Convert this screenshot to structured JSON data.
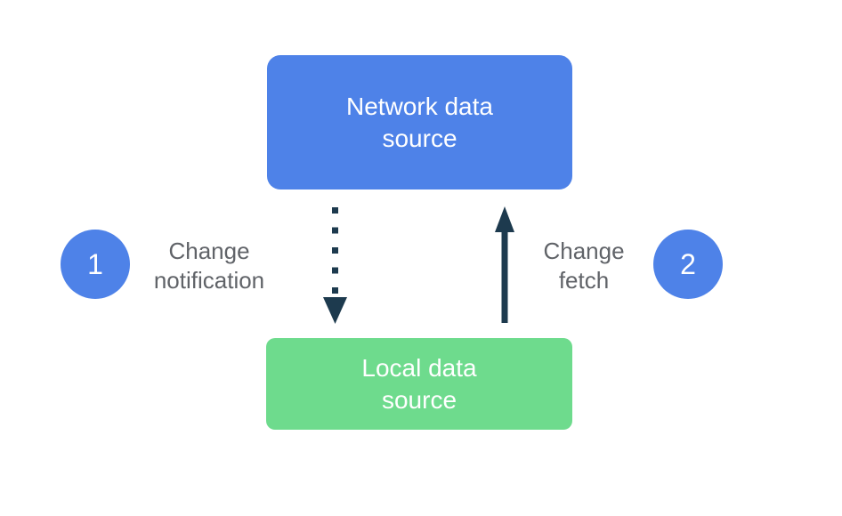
{
  "nodes": {
    "network": {
      "label": "Network data source",
      "lines": [
        "Network data",
        "source"
      ],
      "color": "#4e82e8",
      "text_color": "#ffffff"
    },
    "local": {
      "label": "Local data source",
      "lines": [
        "Local data",
        "source"
      ],
      "color": "#6edb8d",
      "text_color": "#ffffff"
    }
  },
  "steps": [
    {
      "number": "1",
      "label": "Change notification",
      "label_lines": [
        "Change",
        "notification"
      ],
      "arrow_style": "dotted",
      "arrow_direction": "down"
    },
    {
      "number": "2",
      "label": "Change fetch",
      "label_lines": [
        "Change",
        "fetch"
      ],
      "arrow_style": "solid",
      "arrow_direction": "up"
    }
  ],
  "colors": {
    "node_blue": "#4e82e8",
    "node_green": "#6edb8d",
    "badge_blue": "#4e82e8",
    "arrow_dark": "#1d3a4e",
    "label_gray": "#606368",
    "background": "#ffffff"
  }
}
